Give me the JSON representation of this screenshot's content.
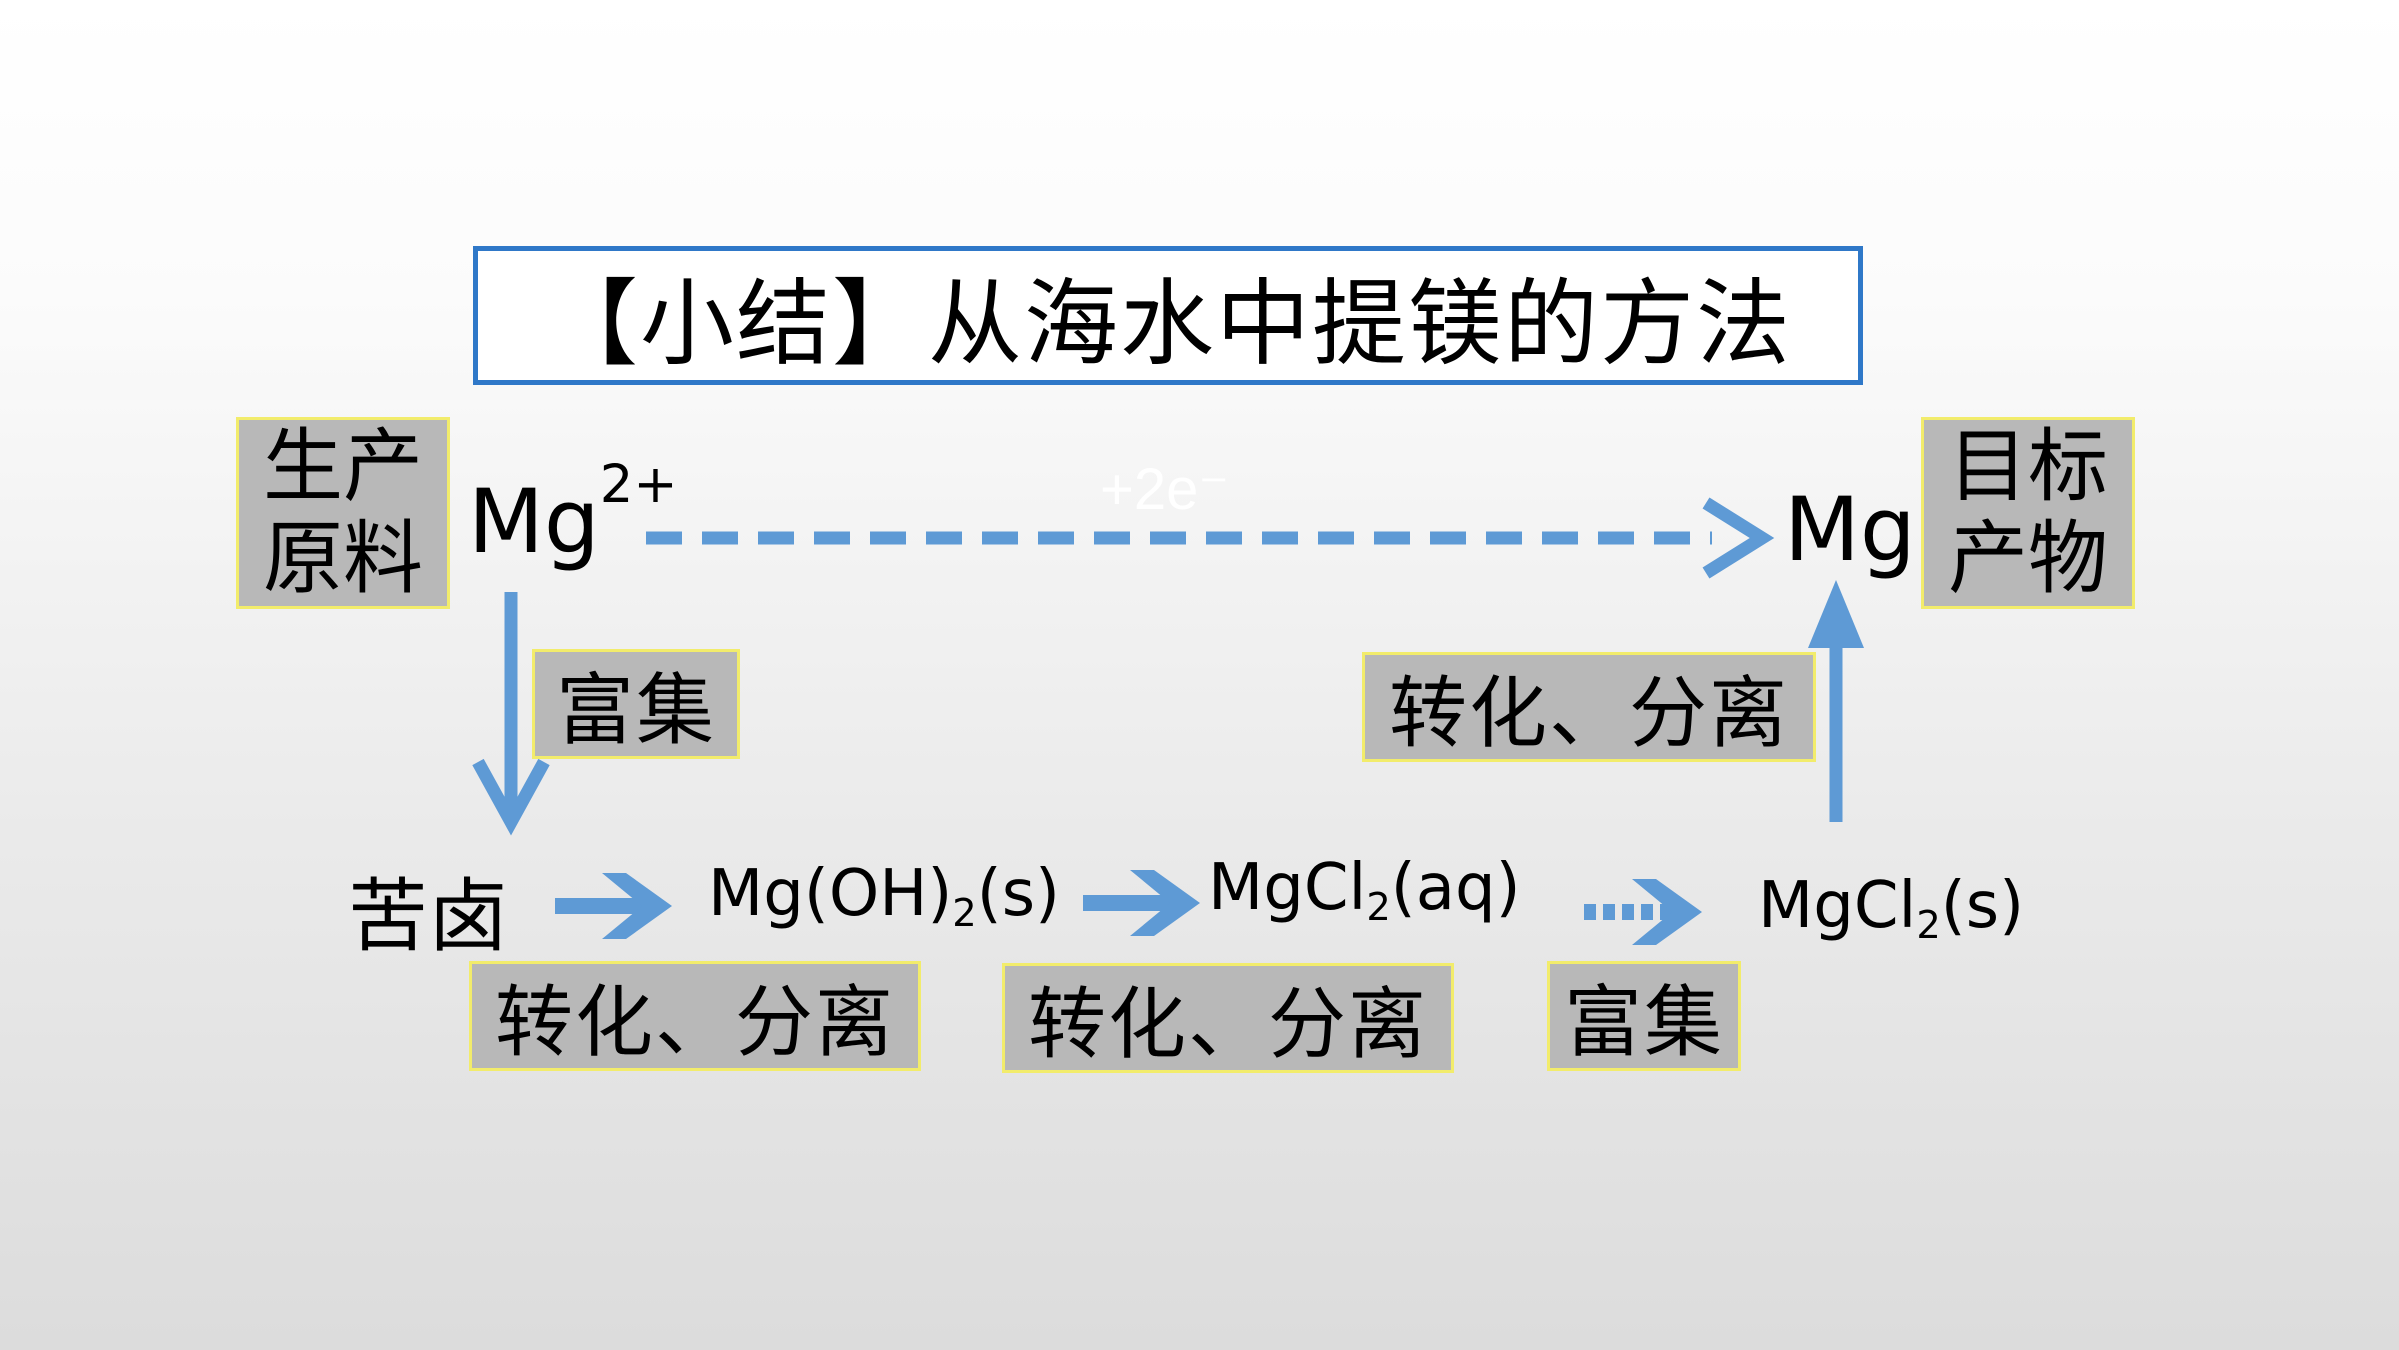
{
  "title": "【小结】从海水中提镁的方法",
  "start": {
    "label": "生产\n原料",
    "formula_base": "Mg",
    "formula_charge": "2+"
  },
  "end": {
    "label": "目标\n产物",
    "formula": "Mg"
  },
  "electron_note": "+2e⁻",
  "enrich_label_1": "富集",
  "convert_label_right": "转化、分离",
  "chain": {
    "brine": "苦卤",
    "step1": {
      "base": "Mg(OH)",
      "sub": "2",
      "tail": "(s)"
    },
    "step2": {
      "base": "MgCl",
      "sub": "2",
      "tail": "(aq)"
    },
    "step3": {
      "base": "MgCl",
      "sub": "2",
      "tail": "(s)"
    }
  },
  "bottom_labels": [
    "转化、分离",
    "转化、分离",
    "富集"
  ],
  "colors": {
    "arrow": "#5e9ad5",
    "title_border": "#2f78c8",
    "box_fill": "#b8b8b8",
    "box_border": "#f2ec6b"
  }
}
